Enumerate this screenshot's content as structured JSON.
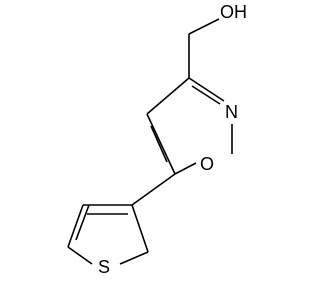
{
  "molecule": {
    "atoms": {
      "hydroxyl": "OH",
      "ring_nitrogen": "N",
      "ring_oxygen": "O",
      "thiophene_sulfur": "S"
    }
  },
  "colors": {
    "bond": "#000000",
    "label": "#000000",
    "background": "#ffffff"
  }
}
